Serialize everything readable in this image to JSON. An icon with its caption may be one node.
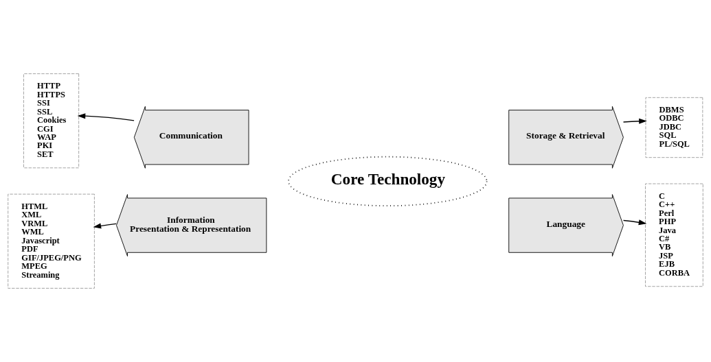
{
  "diagram": {
    "nodes": [
      {
        "text": [
          "HTTP",
          "HTTPS",
          "SSI",
          "SSL",
          "Cookies",
          "CGI",
          "WAP",
          "PKI",
          "SET"
        ]
      },
      {
        "text": [
          "Communication"
        ]
      },
      {
        "text": [
          "Storage & Retrieval"
        ]
      },
      {
        "text": [
          "DBMS",
          "ODBC",
          "JDBC",
          "SQL",
          "PL/SQL"
        ]
      },
      {
        "text": [
          "Core Technology"
        ]
      },
      {
        "text": [
          "HTML",
          "XML",
          "VRML",
          "WML",
          "Javascript",
          "PDF",
          "GIF/JPEG/PNG",
          "MPEG",
          "Streaming"
        ]
      },
      {
        "text": [
          "Information",
          "Presentation & Representation"
        ]
      },
      {
        "text": [
          "Language"
        ]
      },
      {
        "text": [
          "C",
          "C++",
          "Perl",
          "PHP",
          "Java",
          "C#",
          "VB",
          "JSP",
          "EJB",
          "CORBA"
        ]
      }
    ],
    "edges": [
      {
        "from": 1,
        "to": 0,
        "arrow": "to"
      },
      {
        "from": 2,
        "to": 3,
        "arrow": "to"
      },
      {
        "from": 6,
        "to": 5,
        "arrow": "to"
      },
      {
        "from": 7,
        "to": 8,
        "arrow": "to"
      }
    ]
  }
}
